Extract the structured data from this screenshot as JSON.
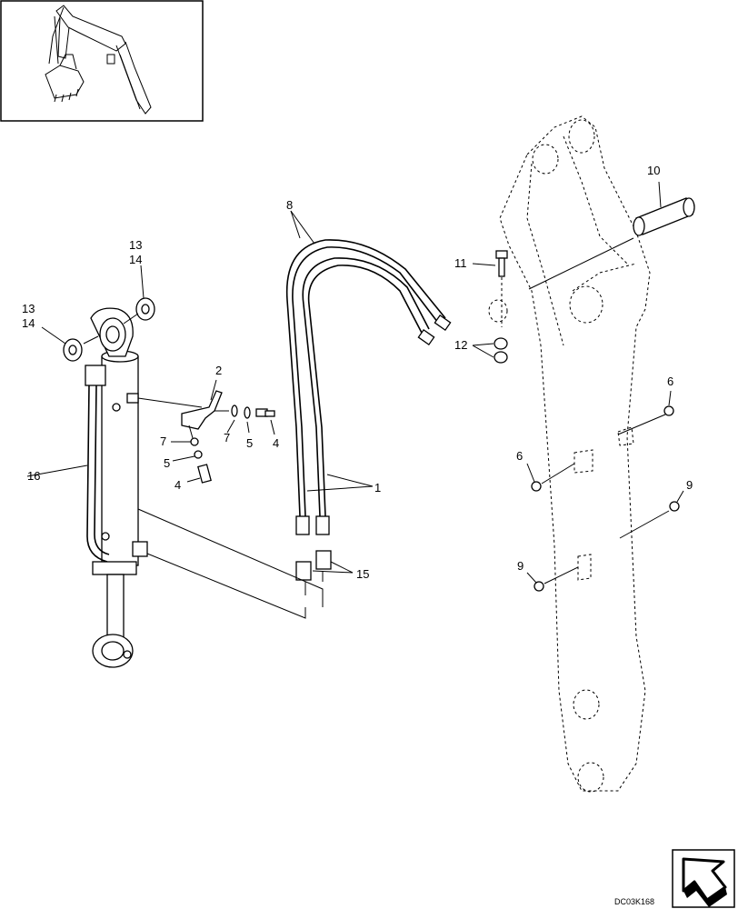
{
  "callouts": {
    "c1": "1",
    "c2": "2",
    "c4a": "4",
    "c4b": "4",
    "c5a": "5",
    "c5b": "5",
    "c6a": "6",
    "c6b": "6",
    "c7a": "7",
    "c7b": "7",
    "c8": "8",
    "c9a": "9",
    "c9b": "9",
    "c10": "10",
    "c11": "11",
    "c12": "12",
    "c13a": "13",
    "c14a": "14",
    "c13b": "13",
    "c14b": "14",
    "c15": "15",
    "c16": "16"
  },
  "drawing_code": "DC03K168",
  "icons": {
    "orientation": "arrow-icon",
    "overview": "excavator-thumbnail"
  }
}
